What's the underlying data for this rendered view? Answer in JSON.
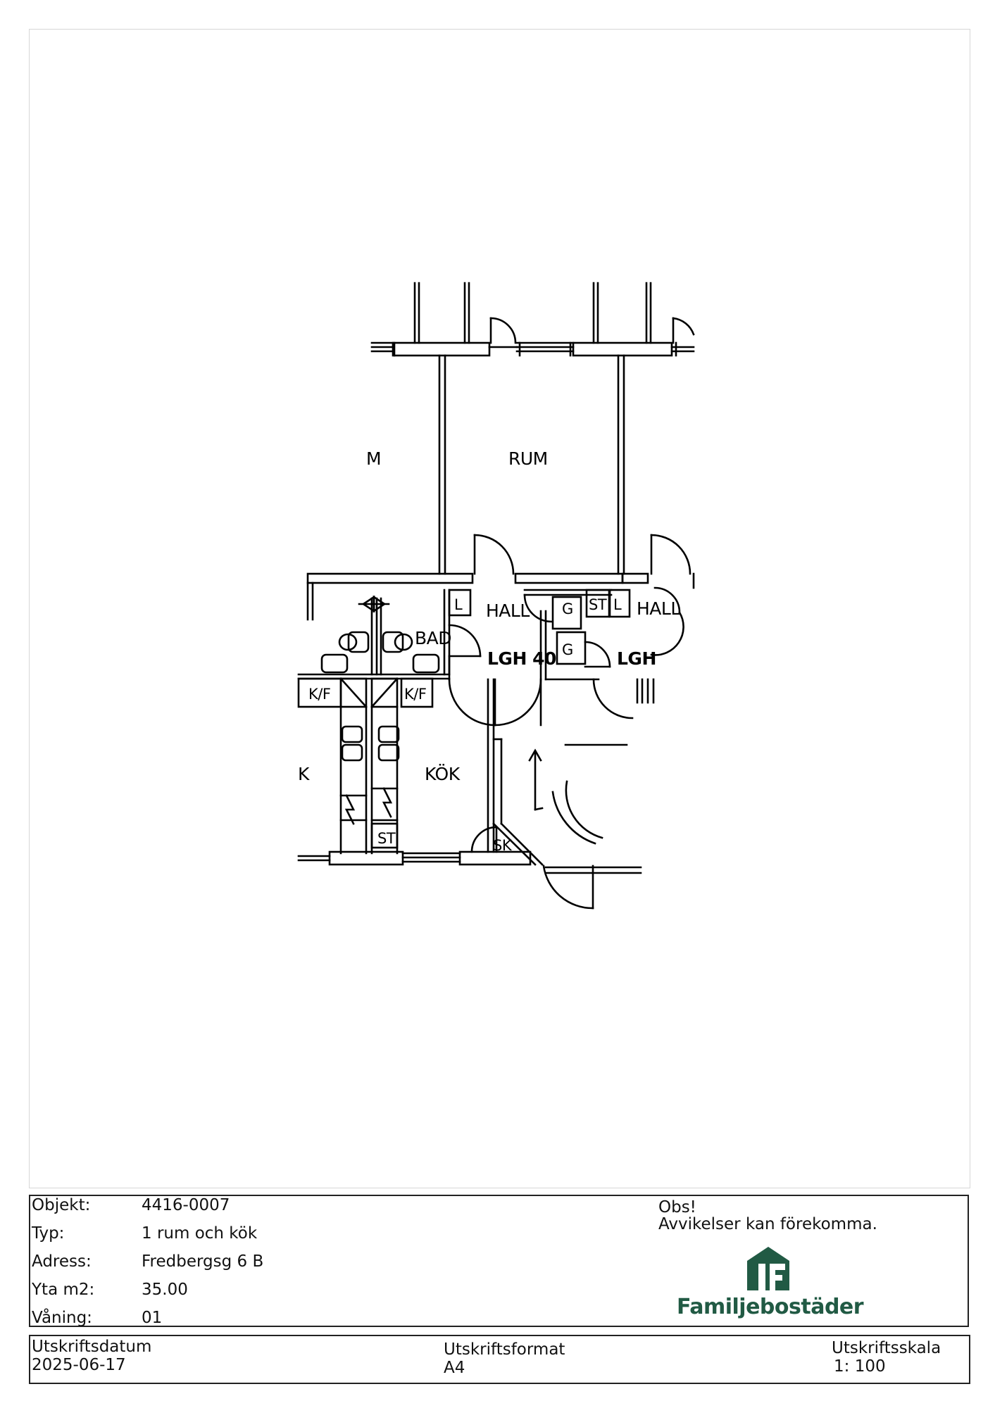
{
  "plan_labels": {
    "rum_left": "M",
    "rum": "RUM",
    "hall_left": "HALL",
    "hall_right": "HALL",
    "bad": "BAD",
    "lgh_40": "LGH 40",
    "lgh_right": "LGH",
    "kok": "KÖK",
    "kok_left": "K",
    "l_1": "L",
    "l_2": "L",
    "st_1": "ST",
    "st_2": "ST",
    "g_1": "G",
    "g_2": "G",
    "kf_1": "K/F",
    "kf_2": "K/F",
    "sk": "SK"
  },
  "info": {
    "rows": [
      {
        "key": "Objekt:",
        "value": "4416-0007"
      },
      {
        "key": "Typ:",
        "value": "1 rum och kök"
      },
      {
        "key": "Adress:",
        "value": "Fredbergsg 6 B"
      },
      {
        "key": "Yta m2:",
        "value": "35.00"
      },
      {
        "key": "Våning:",
        "value": "01"
      }
    ],
    "obs_title": "Obs!",
    "obs_text": "Avvikelser kan förekomma.",
    "logo_text": "Familjebostäder",
    "logo_color": "#215a44"
  },
  "footer": {
    "date_label": "Utskriftsdatum",
    "date_value": "2025-06-17",
    "format_label": "Utskriftsformat",
    "format_value": "A4",
    "scale_label": "Utskriftsskala",
    "scale_value": "1: 100"
  }
}
